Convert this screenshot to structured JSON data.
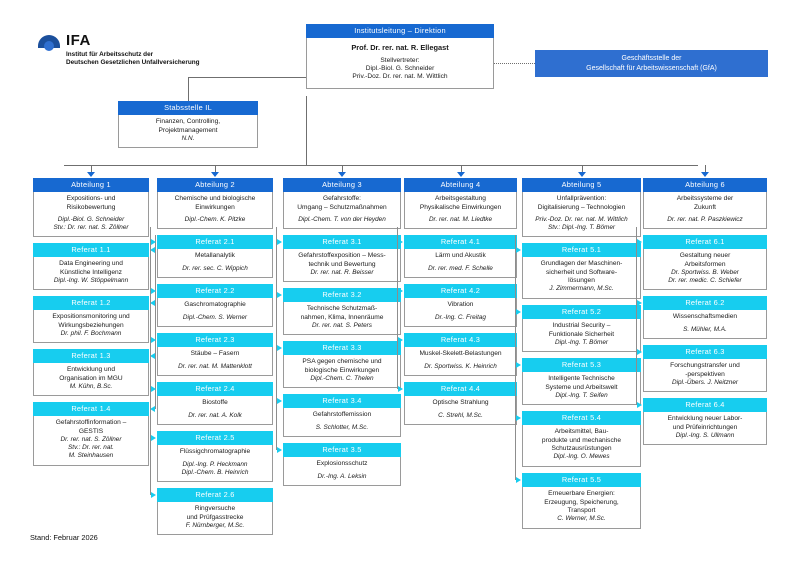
{
  "logo": {
    "name": "IFA",
    "subtitle_line1": "Institut für Arbeitsschutz der",
    "subtitle_line2": "Deutschen Gesetzlichen Unfallversicherung",
    "mark": "ifa-logo-icon"
  },
  "colors": {
    "header_blue": "#1769d1",
    "header_cyan": "#17cdef",
    "logo_blue": "#2f6fd0",
    "border_gray": "#9a9a9a",
    "connector_gray": "#6f6f6f"
  },
  "direction": {
    "header": "Institutsleitung – Direktion",
    "lead": "Prof. Dr. rer. nat. R. Ellegast",
    "deputy_label": "Stellvertreter:",
    "deputies": [
      "Dipl.-Biol. G. Schneider",
      "Priv.-Doz. Dr. rer. nat. M. Wittlich"
    ]
  },
  "gfa": {
    "line1": "Geschäftsstelle der",
    "line2": "Gesellschaft für Arbeitswissenschaft (GfA)"
  },
  "staff_unit": {
    "header": "Stabsstelle IL",
    "lines": [
      "Finanzen, Controlling,",
      "Projektmanagement"
    ],
    "person": "N.N."
  },
  "footer": "Stand: Februar 2026",
  "departments": [
    {
      "header": "Abteilung 1",
      "title_lines": [
        "Expositions- und",
        "Risikobewertung"
      ],
      "leads": [
        "Dipl.-Biol. G. Schneider",
        "Stv.: Dr. rer. nat. S. Zöllner"
      ],
      "units": [
        {
          "header": "Referat 1.1",
          "title_lines": [
            "Data Engineering und",
            "Künstliche Intelligenz"
          ],
          "leads": [
            "Dipl.-Ing. W. Stöppelmann"
          ]
        },
        {
          "header": "Referat 1.2",
          "title_lines": [
            "Expositionsmonitoring und",
            "Wirkungsbeziehungen"
          ],
          "leads": [
            "Dr. phil. F. Bochmann"
          ]
        },
        {
          "header": "Referat 1.3",
          "title_lines": [
            "Entwicklung und",
            "Organisation im MGU"
          ],
          "leads": [
            "M. Kühn, B.Sc."
          ]
        },
        {
          "header": "Referat 1.4",
          "title_lines": [
            "Gefahrstoffinformation –",
            "GESTIS"
          ],
          "leads": [
            "Dr. rer. nat. S. Zöllner",
            "Stv.: Dr. rer. nat.",
            "M. Steinhausen"
          ]
        }
      ]
    },
    {
      "header": "Abteilung 2",
      "title_lines": [
        "Chemische und biologische",
        "Einwirkungen"
      ],
      "leads": [
        "Dipl.-Chem. K. Pitzke"
      ],
      "units": [
        {
          "header": "Referat 2.1",
          "title_lines": [
            "Metallanalytik"
          ],
          "leads": [
            "Dr. rer. sec. C. Wippich"
          ]
        },
        {
          "header": "Referat 2.2",
          "title_lines": [
            "Gaschromatographie"
          ],
          "leads": [
            "Dipl.-Chem. S. Werner"
          ]
        },
        {
          "header": "Referat 2.3",
          "title_lines": [
            "Stäube – Fasern"
          ],
          "leads": [
            "Dr. rer. nat. M. Mattenklott"
          ]
        },
        {
          "header": "Referat 2.4",
          "title_lines": [
            "Biostoffe"
          ],
          "leads": [
            "Dr. rer. nat. A. Kolk"
          ]
        },
        {
          "header": "Referat 2.5",
          "title_lines": [
            "Flüssigchromatographie"
          ],
          "leads": [
            "Dipl.-Ing. P. Heckmann",
            "Dipl.-Chem. B. Heinrich"
          ]
        },
        {
          "header": "Referat 2.6",
          "title_lines": [
            "Ringversuche",
            "und Prüfgasstrecke"
          ],
          "leads": [
            "F. Nürnberger, M.Sc."
          ]
        }
      ]
    },
    {
      "header": "Abteilung 3",
      "title_lines": [
        "Gefahrstoffe:",
        "Umgang – Schutzmaßnahmen"
      ],
      "leads": [
        "Dipl.-Chem. T. von der Heyden"
      ],
      "units": [
        {
          "header": "Referat 3.1",
          "title_lines": [
            "Gefahrstoffexposition – Mess-",
            "technik und Bewertung"
          ],
          "leads": [
            "Dr. rer. nat. R. Beisser"
          ]
        },
        {
          "header": "Referat 3.2",
          "title_lines": [
            "Technische Schutzmaß-",
            "nahmen, Klima, Innenräume"
          ],
          "leads": [
            "Dr. rer. nat. S. Peters"
          ]
        },
        {
          "header": "Referat 3.3",
          "title_lines": [
            "PSA gegen chemische und",
            "biologische Einwirkungen"
          ],
          "leads": [
            "Dipl.-Chem. C. Thelen"
          ]
        },
        {
          "header": "Referat 3.4",
          "title_lines": [
            "Gefahrstoffemission"
          ],
          "leads": [
            "S. Schlotter, M.Sc."
          ]
        },
        {
          "header": "Referat 3.5",
          "title_lines": [
            "Explosionsschutz"
          ],
          "leads": [
            "Dr.-Ing. A. Leksin"
          ]
        }
      ]
    },
    {
      "header": "Abteilung 4",
      "title_lines": [
        "Arbeitsgestaltung",
        "Physikalische Einwirkungen"
      ],
      "leads": [
        "Dr. rer. nat. M. Liedtke"
      ],
      "units": [
        {
          "header": "Referat 4.1",
          "title_lines": [
            "Lärm und Akustik"
          ],
          "leads": [
            "Dr. rer. med. F. Schelle"
          ]
        },
        {
          "header": "Referat 4.2",
          "title_lines": [
            "Vibration"
          ],
          "leads": [
            "Dr.-Ing. C. Freitag"
          ]
        },
        {
          "header": "Referat 4.3",
          "title_lines": [
            "Muskel-Skelett-Belastungen"
          ],
          "leads": [
            "Dr. Sportwiss. K. Heinrich"
          ]
        },
        {
          "header": "Referat 4.4",
          "title_lines": [
            "Optische Strahlung"
          ],
          "leads": [
            "C. Strehl, M.Sc."
          ]
        }
      ]
    },
    {
      "header": "Abteilung 5",
      "title_lines": [
        "Unfallprävention:",
        "Digitalisierung – Technologien"
      ],
      "leads": [
        "Priv.-Doz. Dr. rer. nat. M. Wittlich",
        "Stv.: Dipl.-Ing. T. Bömer"
      ],
      "units": [
        {
          "header": "Referat 5.1",
          "title_lines": [
            "Grundlagen der Maschinen-",
            "sicherheit und Software-",
            "lösungen"
          ],
          "leads": [
            "J. Zimmermann, M.Sc."
          ]
        },
        {
          "header": "Referat 5.2",
          "title_lines": [
            "Industrial Security –",
            "Funktionale Sicherheit"
          ],
          "leads": [
            "Dipl.-Ing. T. Bömer"
          ]
        },
        {
          "header": "Referat 5.3",
          "title_lines": [
            "Intelligente Technische",
            "Systeme und Arbeitswelt"
          ],
          "leads": [
            "Dipl.-Ing. T. Seifen"
          ]
        },
        {
          "header": "Referat 5.4",
          "title_lines": [
            "Arbeitsmittel, Bau-",
            "produkte und mechanische",
            "Schutzausrüstungen"
          ],
          "leads": [
            "Dipl.-Ing. O. Mewes"
          ]
        },
        {
          "header": "Referat 5.5",
          "title_lines": [
            "Erneuerbare Energien:",
            "Erzeugung, Speicherung,",
            "Transport"
          ],
          "leads": [
            "C. Werner, M.Sc."
          ]
        }
      ]
    },
    {
      "header": "Abteilung 6",
      "title_lines": [
        "Arbeitssysteme der",
        "Zukunft"
      ],
      "leads": [
        "Dr. rer. nat. P. Paszkiewicz"
      ],
      "units": [
        {
          "header": "Referat 6.1",
          "title_lines": [
            "Gestaltung neuer",
            "Arbeitsformen"
          ],
          "leads": [
            "Dr. Sportwiss. B. Weber",
            "Dr. rer. medic. C. Schiefer"
          ]
        },
        {
          "header": "Referat 6.2",
          "title_lines": [
            "Wissenschaftsmedien"
          ],
          "leads": [
            "S. Mühler, M.A."
          ]
        },
        {
          "header": "Referat 6.3",
          "title_lines": [
            "Forschungstransfer und",
            "-perspektiven"
          ],
          "leads": [
            "Dipl.-Übers. J. Neitzner"
          ]
        },
        {
          "header": "Referat 6.4",
          "title_lines": [
            "Entwicklung neuer Labor-",
            "und Prüfeinrichtungen"
          ],
          "leads": [
            "Dipl.-Ing. S. Ullmann"
          ]
        }
      ]
    }
  ]
}
